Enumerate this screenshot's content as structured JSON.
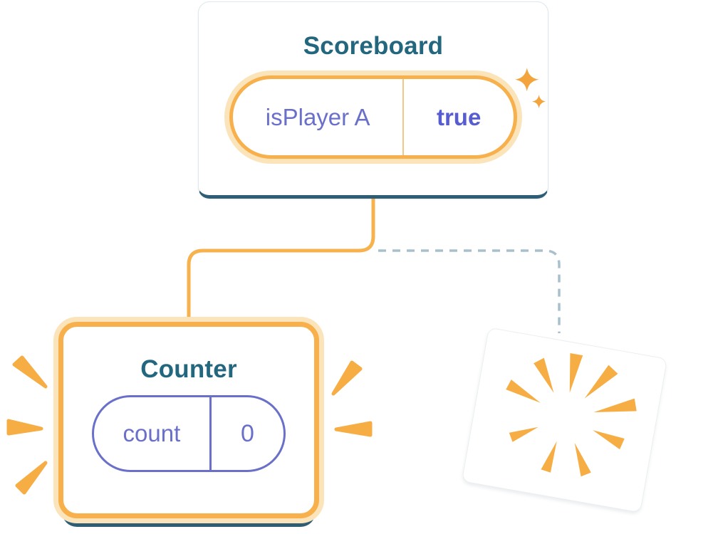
{
  "scoreboard": {
    "title": "Scoreboard",
    "prop": {
      "name": "isPlayer A",
      "value": "true"
    }
  },
  "counter": {
    "title": "Counter",
    "state": {
      "name": "count",
      "value": "0"
    }
  },
  "colors": {
    "card_title_blue": "#23677f",
    "card_edge_navy": "#2d5e75",
    "prop_text_purple": "#6a70ca",
    "prop_value_purple": "#575dd1",
    "highlight_orange": "#f7b04b",
    "highlight_orange_glow": "#fbe4ba",
    "connector_solid_orange": "#f8b24d",
    "connector_dashed_blue": "#a8c0ce",
    "burst_orange": "#f6ad43"
  },
  "icons": {
    "sparkle_icon": "four-point star",
    "poof_burst_icon": "orange radial burst",
    "emphasis_marks": "orange radiating dash wedges"
  }
}
